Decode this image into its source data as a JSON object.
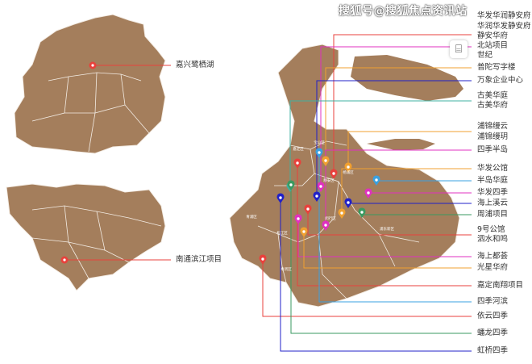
{
  "watermark": "搜狐号@搜狐焦点资讯站",
  "colors": {
    "land": "#a47e5c",
    "border": "#f3ece4"
  },
  "left_labels": [
    {
      "text": "嘉兴鹭栖湖",
      "color": "#e8413c"
    },
    {
      "text": "南通滨江项目",
      "color": "#e8413c"
    }
  ],
  "districts": [
    "宝山区",
    "嘉定区",
    "杨浦区",
    "静安区",
    "青浦区",
    "闵行区",
    "松江区",
    "奉贤区",
    "浦东新区"
  ],
  "projects": [
    {
      "lines": [
        "华发华润静安府",
        "华润华发静安府",
        "静安华府"
      ],
      "color": "#e8413c"
    },
    {
      "lines": [
        "北站项目",
        "世纪"
      ],
      "color": "#e030c0"
    },
    {
      "lines": [
        "普陀写字楼"
      ],
      "color": "#f0a030"
    },
    {
      "lines": [
        "万象企业中心"
      ],
      "color": "#2020c8"
    },
    {
      "lines": [
        "古美华庭",
        "古美华府"
      ],
      "color": "#3fb0a0"
    },
    {
      "lines": [
        "浦锦缦云",
        "浦锦缦玥"
      ],
      "color": "#f0a030"
    },
    {
      "lines": [
        "四季半岛"
      ],
      "color": "#e030c0"
    },
    {
      "lines": [
        "华发公馆"
      ],
      "color": "#f0a030"
    },
    {
      "lines": [
        "半岛华庭"
      ],
      "color": "#3aa0e0"
    },
    {
      "lines": [
        "华发四季"
      ],
      "color": "#e030c0"
    },
    {
      "lines": [
        "海上溪云"
      ],
      "color": "#2020c8"
    },
    {
      "lines": [
        "周浦项目"
      ],
      "color": "#3a9a60"
    },
    {
      "lines": [
        "9号公馆",
        "泗水和鸣"
      ],
      "color": "#e8413c"
    },
    {
      "lines": [
        "海上都荟"
      ],
      "color": "#e030c0"
    },
    {
      "lines": [
        "光星华府"
      ],
      "color": "#f0a030"
    },
    {
      "lines": [
        "嘉定南翔项目"
      ],
      "color": "#e8413c"
    },
    {
      "lines": [
        "四季河滨"
      ],
      "color": "#3aa0e0"
    },
    {
      "lines": [
        "依云四季"
      ],
      "color": "#e8413c"
    },
    {
      "lines": [
        "蟠龙四季"
      ],
      "color": "#3a9a60"
    },
    {
      "lines": [
        "虹桥四季"
      ],
      "color": "#2020c8"
    }
  ],
  "scan_icon": "scan-qr-icon"
}
